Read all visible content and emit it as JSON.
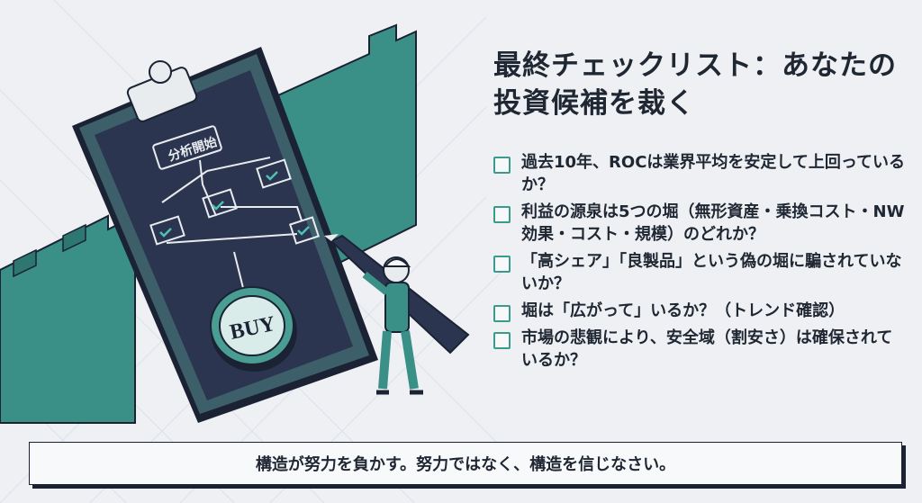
{
  "slide": {
    "title": "最終チェックリスト：あなたの投資候補を裁く",
    "checklist": [
      {
        "text": "過去10年、ROCは業界平均を安定して上回っているか？"
      },
      {
        "text": "利益の源泉は5つの堀（無形資産・乗換コスト・NW効果・コスト・規模）のどれか？"
      },
      {
        "text": "「高シェア」「良製品」という偽の堀に騙されていないか？"
      },
      {
        "text": "堀は「広がって」いるか？（トレンド確認）"
      },
      {
        "text": "市場の悲観により、安全域（割安さ）は確保されているか？"
      }
    ],
    "footer": "構造が努力を負かす。努力ではなく、構造を信じなさい。"
  },
  "illustration": {
    "flow_start_label": "分析開始",
    "coin_label": "BUY",
    "colors": {
      "teal": "#3a8f86",
      "navy": "#2c3550",
      "dark": "#1b2233"
    }
  }
}
